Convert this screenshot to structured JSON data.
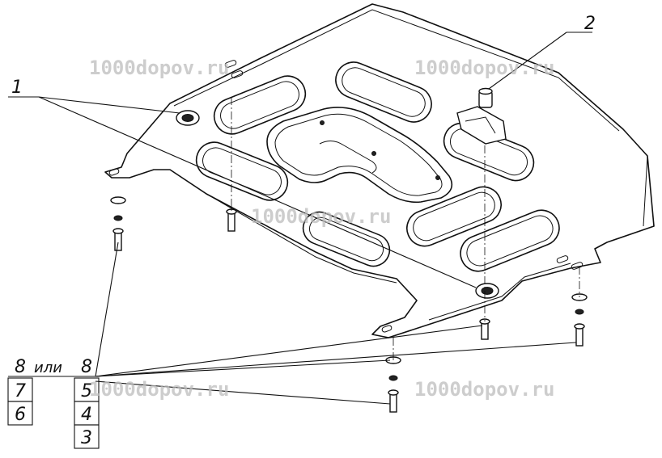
{
  "watermarks": [
    "1000dopov.ru",
    "1000dopov.ru",
    "1000dopov.ru",
    "1000dopov.ru",
    "1000dopov.ru"
  ],
  "callouts": {
    "c1": "1",
    "c2": "2",
    "left_top": "8",
    "separator": "или",
    "right_top": "8",
    "left_col": [
      "7",
      "6"
    ],
    "right_col": [
      "5",
      "4",
      "3"
    ]
  }
}
